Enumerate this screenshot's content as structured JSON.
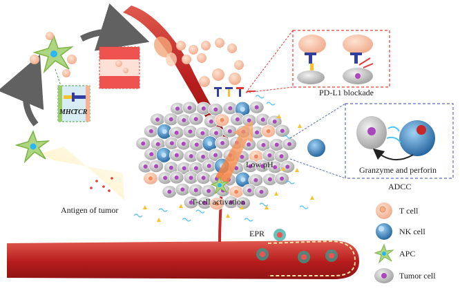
{
  "labels": {
    "mhc": "MHC",
    "tcr": "TCR",
    "antigen_of_tumor": "Antigen of tumor",
    "t_cell_activation": "T-cell activation",
    "low_ph": "Low pH",
    "pd_l1_blockade": "PD-L1 blockade",
    "granzyme_perforin": "Granzyme and perforin",
    "adcc": "ADCC",
    "epr": "EPR"
  },
  "legend": [
    {
      "id": "t-cell",
      "label": "T cell"
    },
    {
      "id": "nk-cell",
      "label": "NK cell"
    },
    {
      "id": "apc",
      "label": "APC"
    },
    {
      "id": "tumor-cell",
      "label": "Tumor cell"
    }
  ],
  "colors": {
    "vessel": "#c62828",
    "t_cell": "#f6c2a4",
    "nk_cell": "#2f7fbf",
    "apc": "#9ccc65",
    "tumor_cell": "#c9c9c9",
    "dashed_red": "#e53935",
    "dashed_blue": "#5c6bc0",
    "arrow_grey": "#616161"
  }
}
